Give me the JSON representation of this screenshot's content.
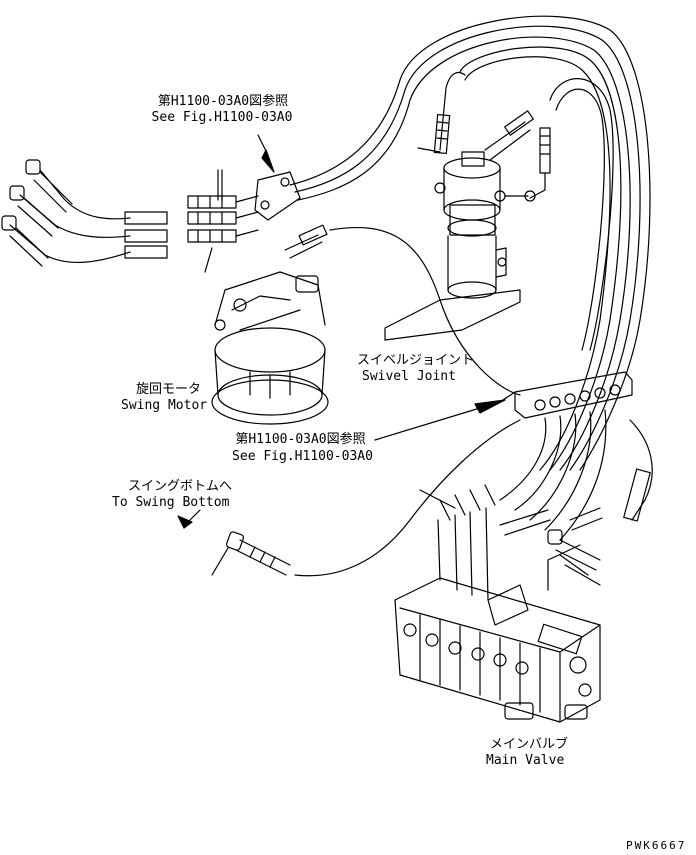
{
  "labels": {
    "ref_top_jp": "第H1100-03A0図参照",
    "ref_top_en": "See Fig.H1100-03A0",
    "swivel_jp": "スイベルジョイント",
    "swivel_en": "Swivel Joint",
    "swing_motor_jp": "旋回モータ",
    "swing_motor_en": "Swing Motor",
    "ref_mid_jp": "第H1100-03A0図参照",
    "ref_mid_en": "See Fig.H1100-03A0",
    "swing_bottom_jp": "スイングボトムへ",
    "swing_bottom_en": "To Swing Bottom",
    "main_valve_jp": "メインバルブ",
    "main_valve_en": "Main Valve",
    "drawing_code": "PWK6667"
  },
  "colors": {
    "ink": "#000000",
    "paper": "#ffffff"
  }
}
